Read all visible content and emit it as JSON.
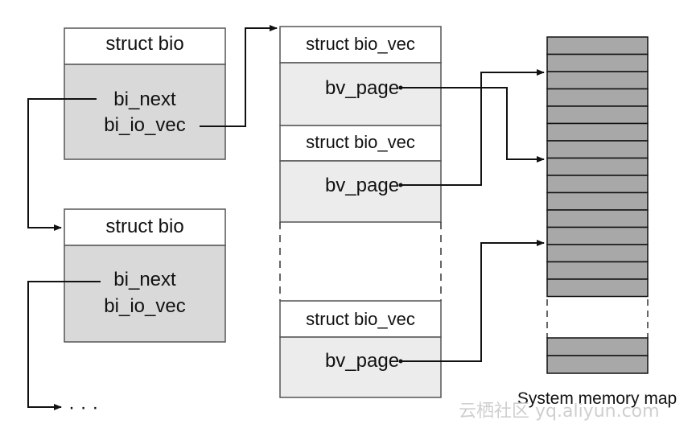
{
  "bio_blocks": [
    {
      "header": "struct bio",
      "fields": [
        "bi_next",
        "bi_io_vec"
      ]
    },
    {
      "header": "struct bio",
      "fields": [
        "bi_next",
        "bi_io_vec"
      ]
    }
  ],
  "continuation": "· · ·",
  "bio_vec_blocks": [
    {
      "header": "struct bio_vec",
      "field": "bv_page"
    },
    {
      "header": "struct bio_vec",
      "field": "bv_page"
    },
    {
      "header": "struct bio_vec",
      "field": "bv_page"
    }
  ],
  "memory_map_caption": "System memory map",
  "watermark": "云栖社区 yq.aliyun.com",
  "colors": {
    "header_fill": "#ffffff",
    "bio_body_fill": "#d9d9d9",
    "bio_vec_body_fill": "#ececec",
    "page_fill": "#a8a8a8",
    "stroke": "#111111"
  }
}
